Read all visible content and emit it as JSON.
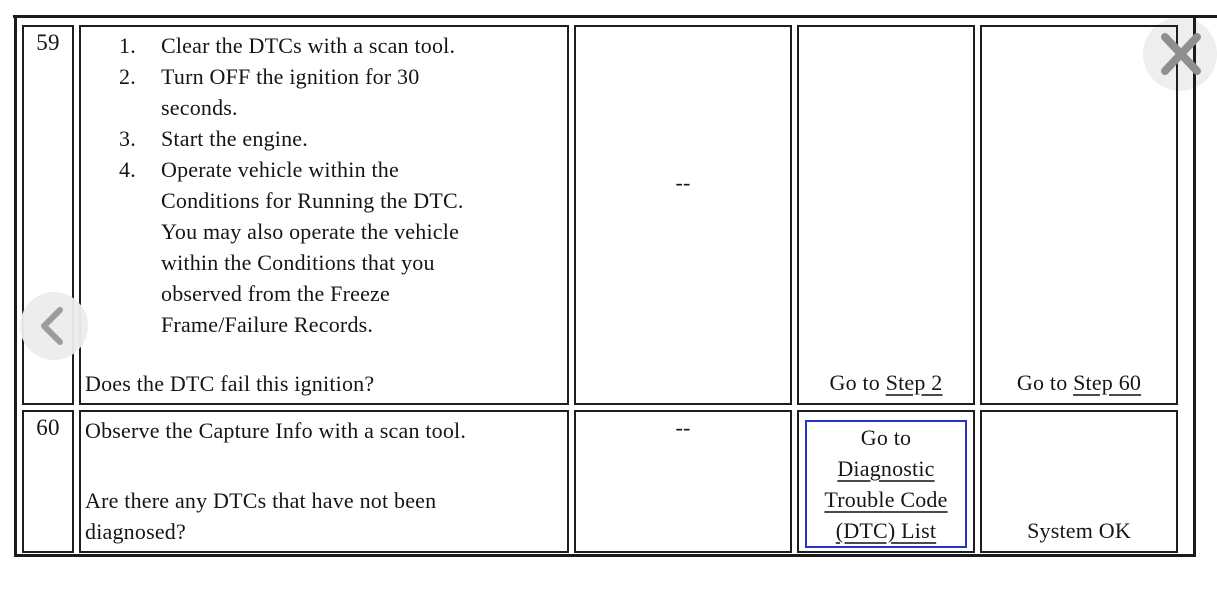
{
  "colors": {
    "table_border": "#1b1b1b",
    "link_box_border": "#2633cc",
    "overlay_icon_gray": "#8f8f8f",
    "overlay_circle_gray": "#ececec"
  },
  "overlay": {
    "back_icon": "chevron-left",
    "close_icon": "close-x"
  },
  "table": {
    "rows": [
      {
        "step": "59",
        "action_list": [
          {
            "num": "1.",
            "text": "Clear the DTCs with a scan tool."
          },
          {
            "num": "2.",
            "text": "Turn OFF the ignition for 30\nseconds."
          },
          {
            "num": "3.",
            "text": "Start the engine."
          },
          {
            "num": "4.",
            "text": "Operate vehicle within the\nConditions for Running the DTC.\nYou may also operate the vehicle\nwithin the Conditions that you\nobserved from the Freeze\nFrame/Failure Records."
          }
        ],
        "question": "Does the DTC fail this ignition?",
        "value": "--",
        "yes": {
          "prefix": "Go to ",
          "link": "Step 2"
        },
        "no": {
          "prefix": "Go to ",
          "link": "Step 60"
        }
      },
      {
        "step": "60",
        "action": "Observe the Capture Info with a scan tool.",
        "question": "Are there any DTCs that have not been\ndiagnosed?",
        "value": "--",
        "yes": {
          "prefix": "Go to",
          "link": "Diagnostic\nTrouble Code\n(DTC) List"
        },
        "no": {
          "text": "System OK"
        }
      }
    ]
  }
}
